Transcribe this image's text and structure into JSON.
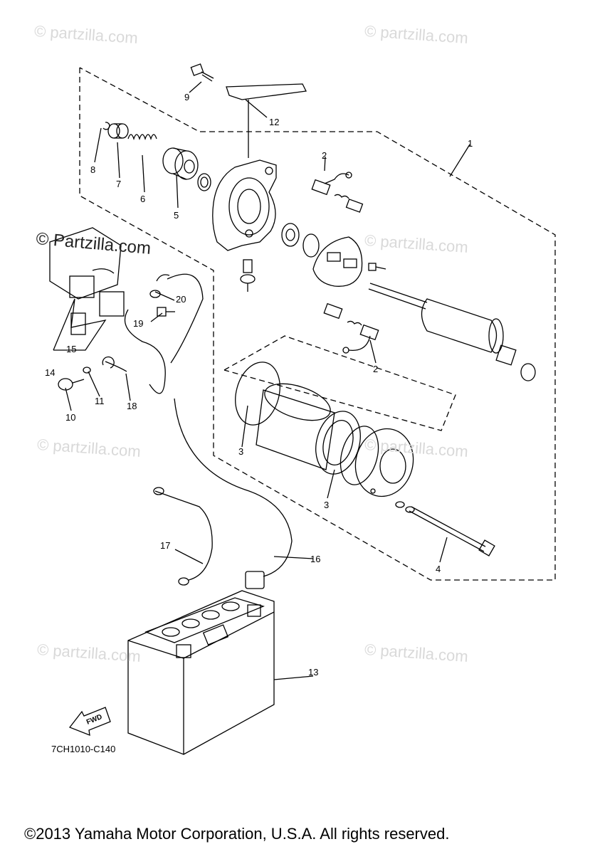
{
  "watermark": "© Partzilla.com",
  "watermark_faint": "© partzilla.com",
  "diagram_code": "7CH1010-C140",
  "copyright": "©2013 Yamaha Motor Corporation, U.S.A. All rights reserved.",
  "fwd_label": "FWD",
  "callouts": {
    "c1": "1",
    "c2a": "2",
    "c2b": "2",
    "c3a": "3",
    "c3b": "3",
    "c4": "4",
    "c5": "5",
    "c6": "6",
    "c7": "7",
    "c8": "8",
    "c9": "9",
    "c10": "10",
    "c11": "11",
    "c12": "12",
    "c13": "13",
    "c14": "14",
    "c15": "15",
    "c16": "16",
    "c17": "17",
    "c18": "18",
    "c19": "19",
    "c20": "20"
  }
}
